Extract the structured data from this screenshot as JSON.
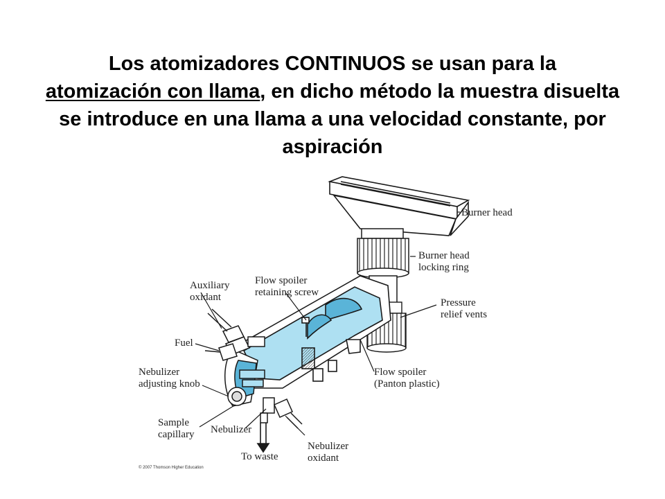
{
  "slide": {
    "title": {
      "part1": "Los atomizadores CONTINUOS  se usan para la",
      "part2_underlined": "atomización con llama",
      "part3": ", en dicho método la muestra disuelta se introduce en una llama a una velocidad constante, por aspiración"
    }
  },
  "diagram": {
    "labels": {
      "burner_head": "Burner head",
      "burner_head_locking_ring_1": "Burner head",
      "burner_head_locking_ring_2": "locking ring",
      "pressure_relief_vents_1": "Pressure",
      "pressure_relief_vents_2": "relief vents",
      "flow_spoiler_1": "Flow spoiler",
      "flow_spoiler_2": "(Panton plastic)",
      "flow_spoiler_retaining_screw_1": "Flow spoiler",
      "flow_spoiler_retaining_screw_2": "retaining screw",
      "auxiliary_oxidant_1": "Auxiliary",
      "auxiliary_oxidant_2": "oxidant",
      "fuel": "Fuel",
      "nebulizer_adjusting_knob_1": "Nebulizer",
      "nebulizer_adjusting_knob_2": "adjusting knob",
      "sample_capillary_1": "Sample",
      "sample_capillary_2": "capillary",
      "nebulizer": "Nebulizer",
      "to_waste": "To waste",
      "nebulizer_oxidant_1": "Nebulizer",
      "nebulizer_oxidant_2": "oxidant"
    },
    "copyright": "© 2007 Thomson Higher Education",
    "colors": {
      "chamber_fill": "#aee0f2",
      "chamber_dark": "#5ab4d8",
      "line": "#1a1a1a"
    }
  }
}
